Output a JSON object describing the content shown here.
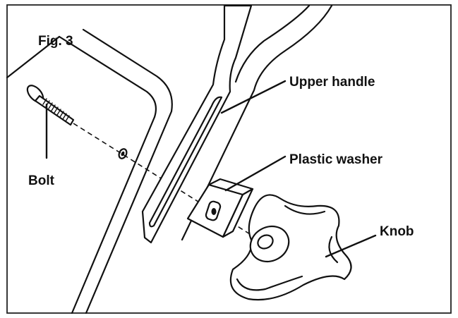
{
  "figure": {
    "title": "Fig. 3"
  },
  "labels": {
    "upper_handle": "Upper handle",
    "plastic_washer": "Plastic washer",
    "knob": "Knob",
    "bolt": "Bolt"
  },
  "colors": {
    "line": "#111111",
    "background": "#ffffff"
  }
}
